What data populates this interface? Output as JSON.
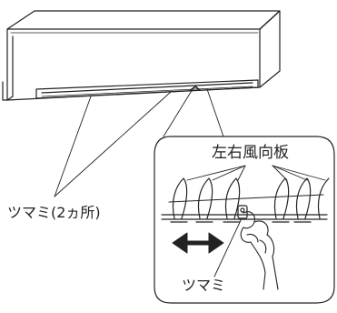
{
  "labels": {
    "louvers": "左右風向板",
    "knob_two_places": "ツマミ(2ヵ所)",
    "knob": "ツマミ"
  },
  "colors": {
    "stroke": "#222222",
    "background": "#ffffff"
  }
}
